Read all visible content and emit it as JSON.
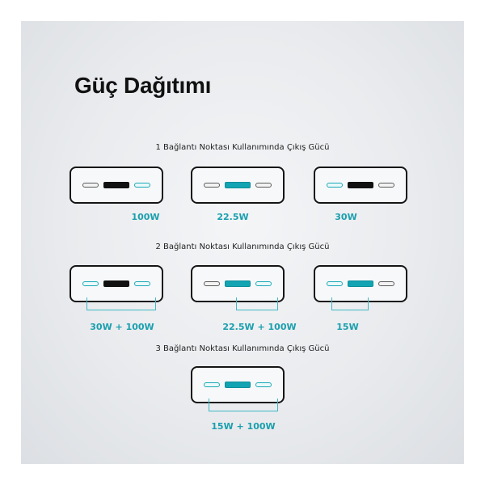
{
  "title": "Güç Dağıtımı",
  "sections": [
    {
      "label": "1 Bağlantı Noktası Kullanımında Çıkış Gücü",
      "devices": [
        {
          "power": "100W"
        },
        {
          "power": "22.5W"
        },
        {
          "power": "30W"
        }
      ]
    },
    {
      "label": "2 Bağlantı Noktası Kullanımında Çıkış Gücü",
      "devices": [
        {
          "power": "30W + 100W"
        },
        {
          "power": "22.5W + 100W"
        },
        {
          "power": "15W"
        }
      ]
    },
    {
      "label": "3 Bağlantı Noktası Kullanımında Çıkış Gücü",
      "devices": [
        {
          "power": "15W + 100W"
        }
      ]
    }
  ],
  "colors": {
    "accent": "#1ba9b8",
    "text": "#111111",
    "port_active": "#13a4b3"
  }
}
